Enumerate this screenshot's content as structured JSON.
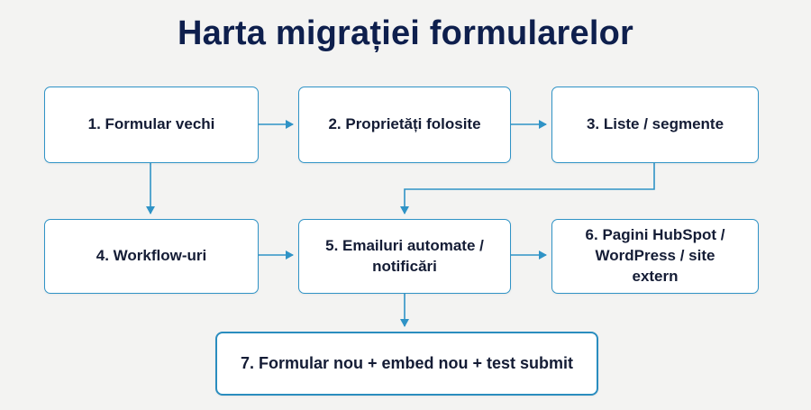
{
  "title": "Harta migrației formularelor",
  "colors": {
    "background": "#f3f3f2",
    "title": "#0e1f4d",
    "border": "#2f93c6",
    "arrow": "#2f93c6",
    "text": "#141c35"
  },
  "nodes": [
    {
      "id": "n1",
      "label": "1. Formular vechi"
    },
    {
      "id": "n2",
      "label": "2. Proprietăți folosite"
    },
    {
      "id": "n3",
      "label": "3. Liste / segmente"
    },
    {
      "id": "n4",
      "label": "4. Workflow-uri"
    },
    {
      "id": "n5",
      "label": "5. Emailuri automate / notificări"
    },
    {
      "id": "n6",
      "label": "6. Pagini HubSpot / WordPress / site extern"
    },
    {
      "id": "n7",
      "label": "7. Formular nou + embed nou + test submit"
    }
  ],
  "edges": [
    {
      "from": "1. Formular vechi",
      "to": "2. Proprietăți folosite"
    },
    {
      "from": "2. Proprietăți folosite",
      "to": "3. Liste / segmente"
    },
    {
      "from": "1. Formular vechi",
      "to": "4. Workflow-uri"
    },
    {
      "from": "3. Liste / segmente",
      "to": "5. Emailuri automate / notificări"
    },
    {
      "from": "4. Workflow-uri",
      "to": "5. Emailuri automate / notificări"
    },
    {
      "from": "5. Emailuri automate / notificări",
      "to": "6. Pagini HubSpot / WordPress / site extern"
    },
    {
      "from": "5. Emailuri automate / notificări",
      "to": "7. Formular nou + embed nou + test submit"
    }
  ]
}
